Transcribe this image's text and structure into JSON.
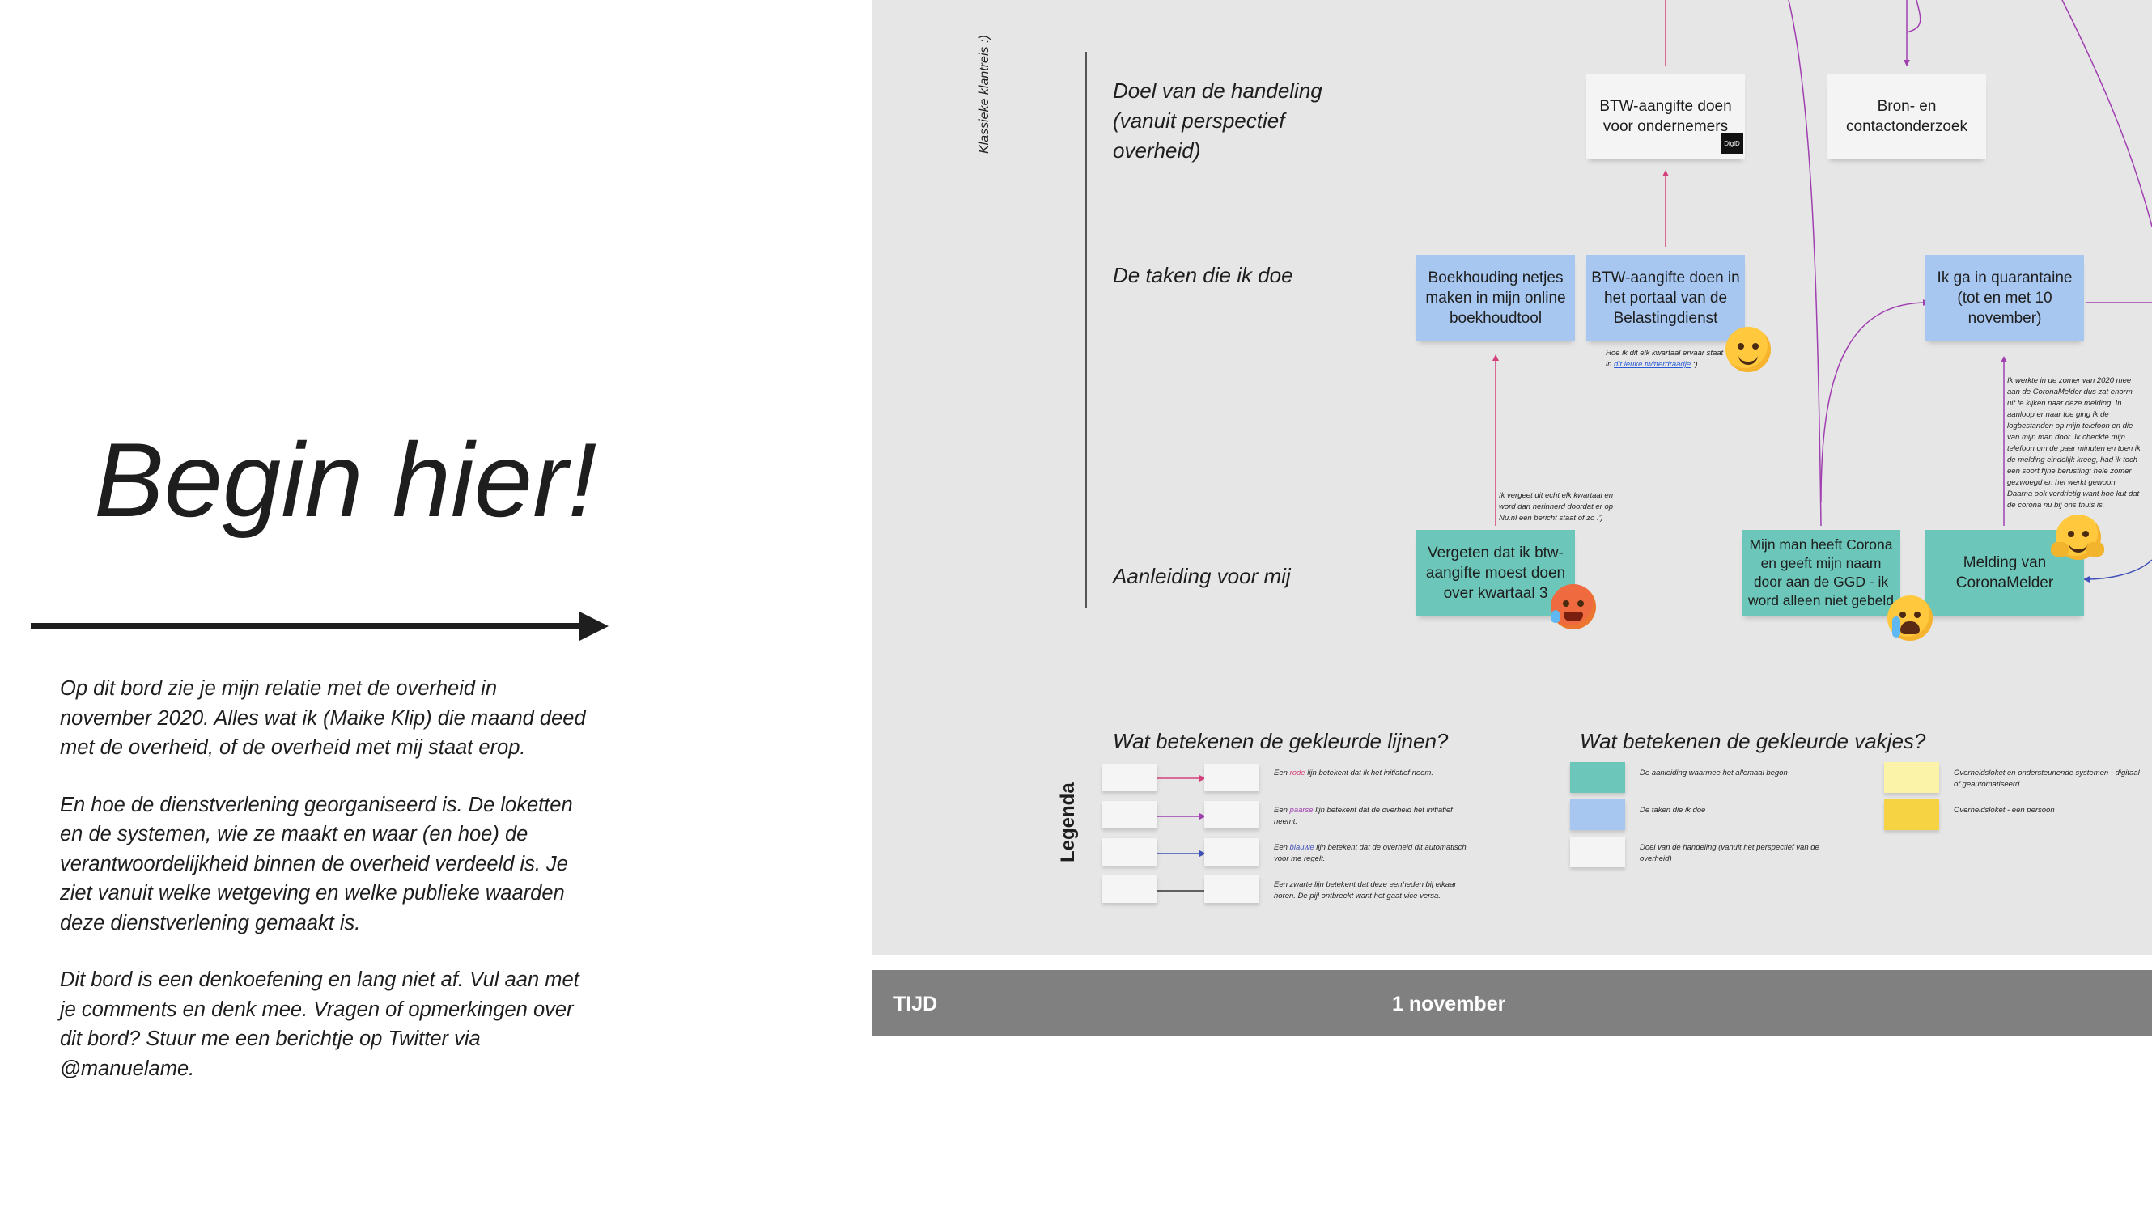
{
  "left_panel": {
    "title": "Begin hier!",
    "paragraphs": [
      "Op dit bord zie je mijn relatie met de overheid in november 2020. Alles wat ik (Maike Klip) die maand deed met de overheid, of de overheid met mij staat erop.",
      "En hoe de dienstverlening georganiseerd is. De loketten en de systemen, wie ze maakt en waar (en hoe) de verantwoordelijkheid binnen de overheid verdeeld is. Je ziet vanuit welke wetgeving en welke publieke waarden deze dienstverlening gemaakt is.",
      "Dit bord is een denkoefening en lang niet af. Vul aan met je comments en denk mee. Vragen of opmerkingen over dit bord? Stuur me een berichtje op Twitter via @manuelame."
    ]
  },
  "board": {
    "side_label": "Klassieke klantreis :)",
    "rows": {
      "doel": "Doel van de handeling (vanuit perspectief overheid)",
      "taken": "De taken die ik doe",
      "aanleiding": "Aanleiding voor mij"
    },
    "notes": {
      "btw_doel": "BTW-aangifte doen voor ondernemers",
      "btw_doel_logo": "DigiD",
      "bron": "Bron- en contactonderzoek",
      "boekhouding": "Boekhouding netjes maken in mijn online boekhoudtool",
      "btw_portaal": "BTW-aangifte doen in het portaal van de Belastingdienst",
      "quarantaine": "Ik ga in quarantaine (tot en met 10 november)",
      "vergeten": "Vergeten dat ik btw-aangifte moest doen over kwartaal 3",
      "corona_man": "Mijn man heeft Corona en geeft mijn naam door aan de GGD - ik word alleen niet gebeld",
      "melding": "Melding van CoronaMelder"
    },
    "comments": {
      "btw_prefix": "Hoe ik dit elk kwartaal ervaar staat in ",
      "btw_link": "dit leuke twitterdraadje",
      "btw_suffix": " :)",
      "vergeten": "Ik vergeet dit echt elk kwartaal en word dan herinnerd doordat er op Nu.nl een bericht staat of zo :')",
      "coronamelder": "Ik werkte in de zomer van 2020 mee aan de CoronaMelder dus zat enorm uit te kijken naar deze melding. In aanloop er naar toe ging ik de logbestanden op mijn telefoon en die van mijn man door. Ik checkte mijn telefoon om de paar minuten en toen ik de melding eindelijk kreeg, had ik toch een soort fijne berusting: hele zomer gezwoegd en het werkt gewoon. Daarna ook verdrietig want hoe kut dat de corona nu bij ons thuis is."
    },
    "legend": {
      "label": "Legenda",
      "lines_title": "Wat betekenen de gekleurde lijnen?",
      "boxes_title": "Wat betekenen de gekleurde vakjes?",
      "line_items": [
        {
          "pre": "Een ",
          "color_word": "rode",
          "post": " lijn betekent dat ik het initiatief neem.",
          "color": "#d4407a"
        },
        {
          "pre": "Een ",
          "color_word": "paarse",
          "post": " lijn betekent dat de overheid het initiatief neemt.",
          "color": "#a040b0"
        },
        {
          "pre": "Een ",
          "color_word": "blauwe",
          "post": " lijn betekent dat de overheid dit automatisch voor me regelt.",
          "color": "#4050b8"
        },
        {
          "pre": "",
          "color_word": "",
          "post": "Een zwarte lijn betekent dat deze eenheden bij elkaar horen. De pijl ontbreekt want het gaat vice versa.",
          "color": "#333333"
        }
      ],
      "box_items": [
        {
          "text": "De aanleiding waarmee het allemaal begon",
          "color": "#6cc6b9"
        },
        {
          "text": "De taken die ik doe",
          "color": "#a7c7f0"
        },
        {
          "text": "Doel van de handeling (vanuit het perspectief van de overheid)",
          "color": "#f4f4f4"
        }
      ],
      "box_items_right": [
        {
          "text": "Overheidsloket en ondersteunende systemen - digitaal of geautomatiseerd",
          "color": "#fbf4a8"
        },
        {
          "text": "Overheidsloket - een persoon",
          "color": "#f5d342"
        }
      ]
    }
  },
  "timebar": {
    "label": "TIJD",
    "date": "1 november"
  },
  "colors": {
    "board_bg": "#e6e6e6",
    "timebar_bg": "#808080",
    "red_line": "#d4407a",
    "purple_line": "#a040b0"
  }
}
